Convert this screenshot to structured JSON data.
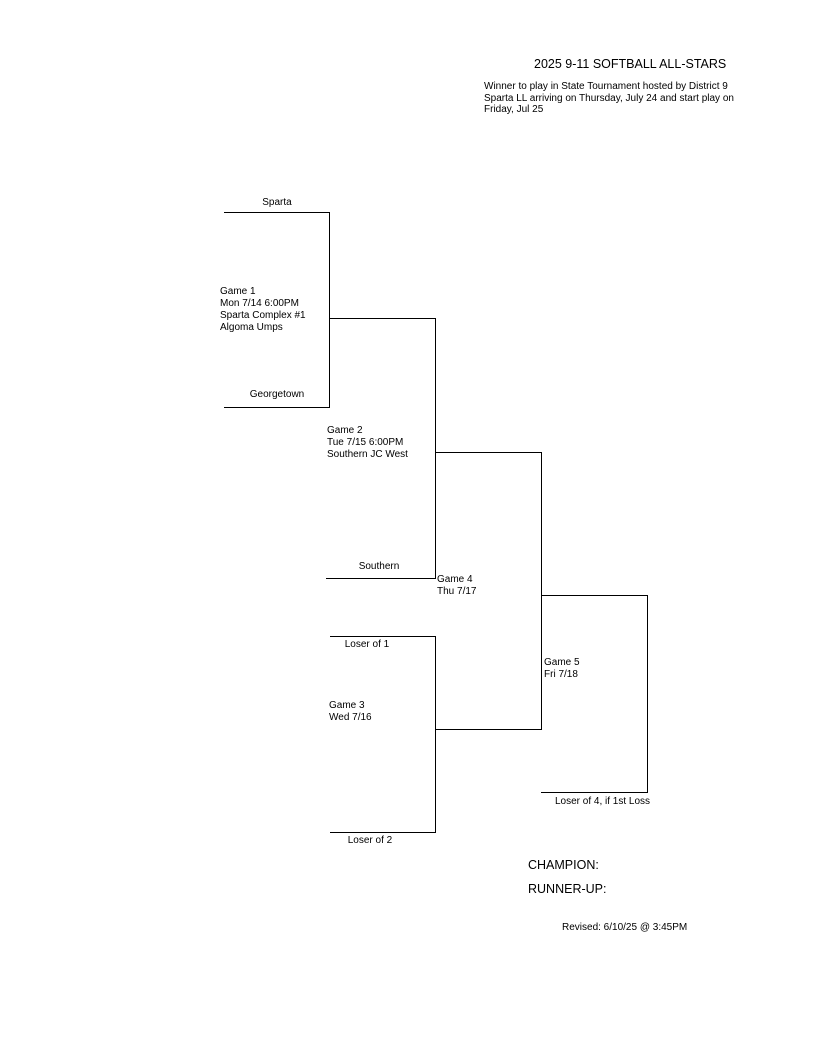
{
  "header": {
    "title": "2025 9-11 SOFTBALL ALL-STARS",
    "note": "Winner to play in State Tournament hosted by District 9 Sparta LL arriving on Thursday, July 24 and start play on Friday, Jul 25"
  },
  "teams": {
    "slot1": "Sparta",
    "slot2": "Georgetown",
    "slot3": "Southern",
    "slot4": "Loser of 1",
    "slot5": "Loser of 2",
    "slot6": "Loser of 4, if 1st Loss"
  },
  "games": {
    "g1": {
      "title": "Game 1",
      "time": "Mon  7/14  6:00PM",
      "venue": "Sparta Complex #1",
      "umps": "Algoma Umps"
    },
    "g2": {
      "title": "Game 2",
      "time": "Tue  7/15  6:00PM",
      "venue": "Southern JC West"
    },
    "g3": {
      "title": "Game 3",
      "time": "Wed  7/16"
    },
    "g4": {
      "title": "Game 4",
      "time": "Thu  7/17"
    },
    "g5": {
      "title": "Game 5",
      "time": "Fri  7/18"
    }
  },
  "results": {
    "champion_label": "CHAMPION:",
    "runnerup_label": "RUNNER-UP:"
  },
  "footer": {
    "revised": "Revised:  6/10/25 @  3:45PM"
  }
}
